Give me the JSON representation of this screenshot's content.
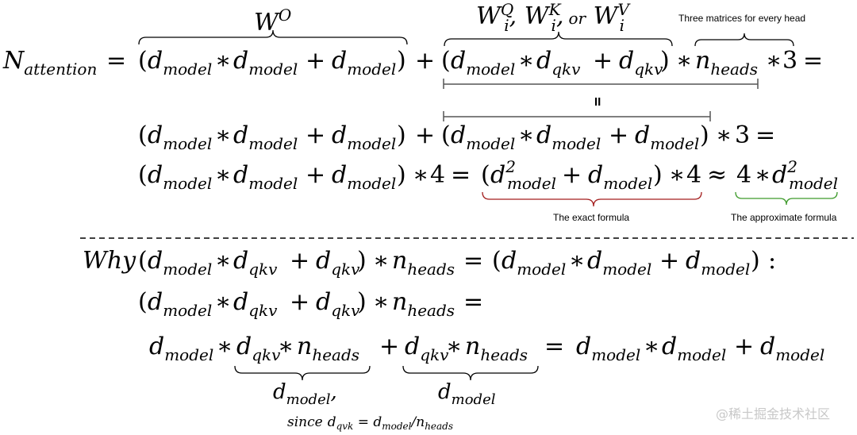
{
  "annotations": {
    "three_matrices": "Three matrices for every head",
    "exact_formula": "The exact formula",
    "approx_formula": "The approximate formula",
    "equals_sign": "II"
  },
  "watermark": "@稀土掘金技术社区",
  "colors": {
    "exact_brace": "#a31d1d",
    "approx_brace": "#3d9a2a",
    "text": "#000000",
    "watermark": "#c8c8c8"
  },
  "labels": {
    "wo": "W",
    "wo_sup": "O",
    "wqkv_sep1": ",",
    "wqkv_sep2": ",",
    "or": "or",
    "since": "since",
    "why": "Why"
  }
}
